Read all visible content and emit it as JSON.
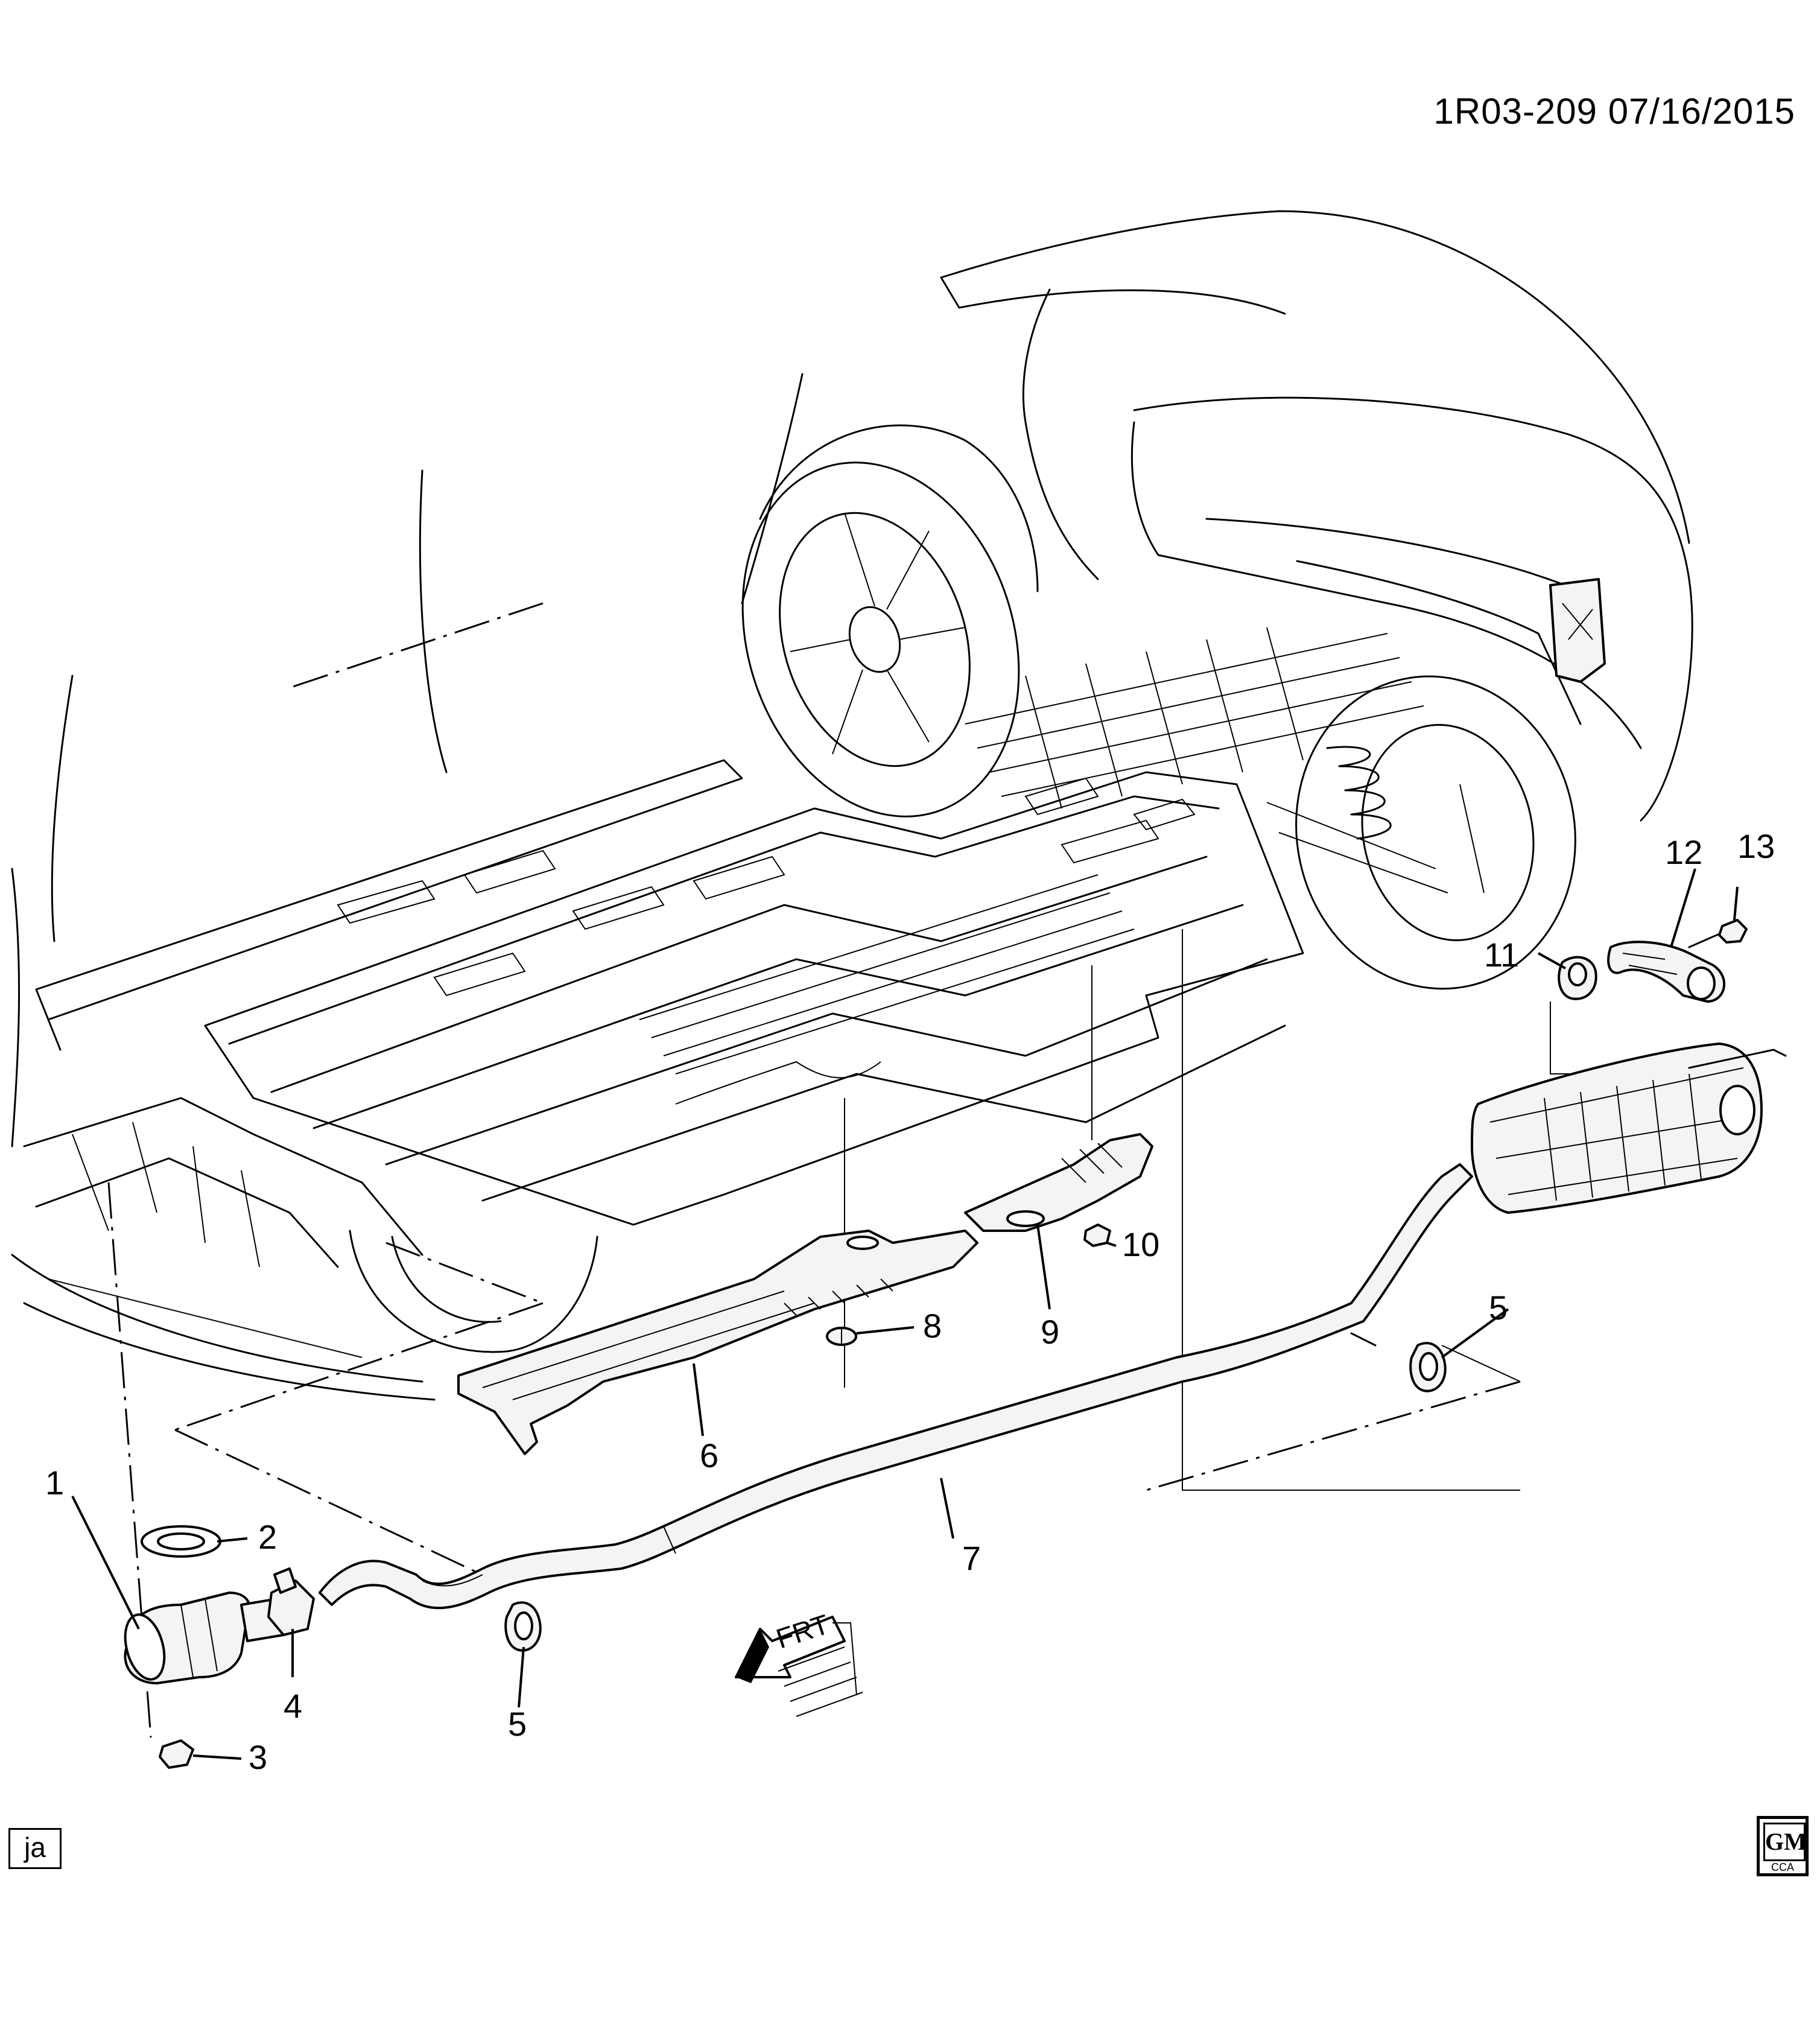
{
  "header": {
    "diagram_code": "1R03-209  07/16/2015"
  },
  "footer": {
    "artist_code": "ja",
    "logo_text": "GM",
    "logo_subtext": "CCA"
  },
  "front_indicator": {
    "text": "FRT"
  },
  "callouts": {
    "c1": "1",
    "c2": "2",
    "c3": "3",
    "c4": "4",
    "c5a": "5",
    "c5b": "5",
    "c6": "6",
    "c7": "7",
    "c8": "8",
    "c9": "9",
    "c10": "10",
    "c11": "11",
    "c12": "12",
    "c13": "13"
  }
}
